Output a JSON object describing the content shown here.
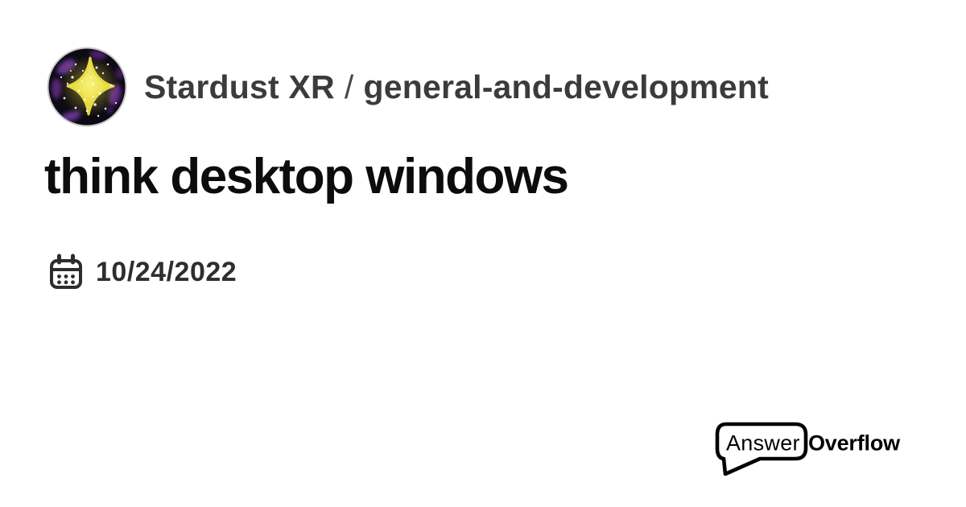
{
  "card": {
    "background_color": "#ffffff",
    "kind": "community message preview card"
  },
  "header": {
    "community_name": "Stardust XR",
    "separator": "/",
    "channel_name": "general-and-development",
    "text_color": "#3b3b3b"
  },
  "post": {
    "title": "think desktop windows",
    "title_color": "#0c0c0c"
  },
  "meta": {
    "date": "10/24/2022",
    "text_color": "#2e2e2e",
    "icon": "calendar-icon"
  },
  "branding": {
    "name_part1": "Answer",
    "name_part2": "Overflow",
    "icon": "speech-bubble-icon",
    "color": "#000000"
  },
  "avatar": {
    "icon": "sparkle-nebula-avatar",
    "star_color": "#f0e54a",
    "nebula_color": "#7a3fa8",
    "background_color": "#0c0a12",
    "ring_color": "#c9c9c9"
  }
}
